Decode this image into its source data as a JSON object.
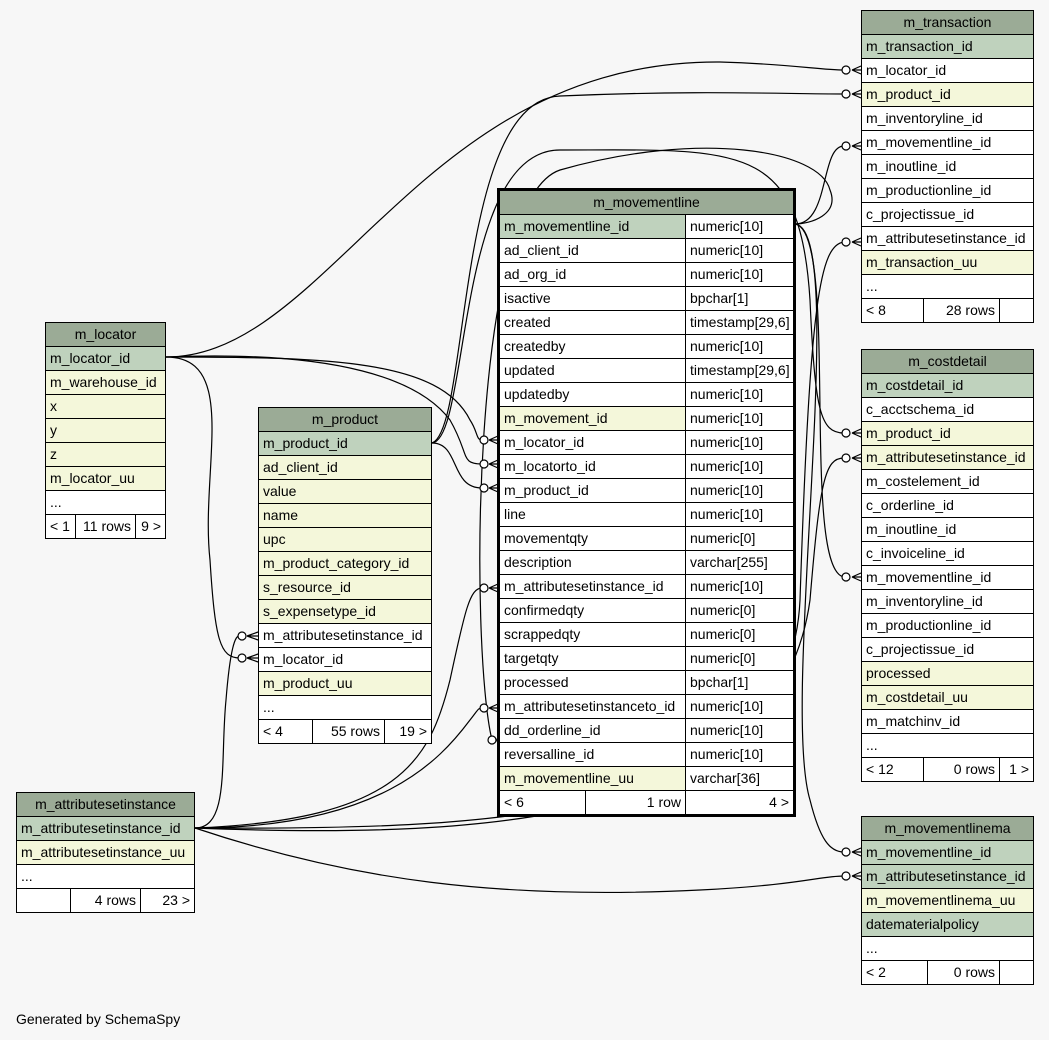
{
  "footer": {
    "generated_by": "Generated by SchemaSpy"
  },
  "tables": {
    "m_movementline": {
      "name": "m_movementline",
      "columns": [
        {
          "name": "m_movementline_id",
          "type": "numeric[10]",
          "kind": "pk"
        },
        {
          "name": "ad_client_id",
          "type": "numeric[10]",
          "kind": "plain"
        },
        {
          "name": "ad_org_id",
          "type": "numeric[10]",
          "kind": "plain"
        },
        {
          "name": "isactive",
          "type": "bpchar[1]",
          "kind": "plain"
        },
        {
          "name": "created",
          "type": "timestamp[29,6]",
          "kind": "plain"
        },
        {
          "name": "createdby",
          "type": "numeric[10]",
          "kind": "plain"
        },
        {
          "name": "updated",
          "type": "timestamp[29,6]",
          "kind": "plain"
        },
        {
          "name": "updatedby",
          "type": "numeric[10]",
          "kind": "plain"
        },
        {
          "name": "m_movement_id",
          "type": "numeric[10]",
          "kind": "fk"
        },
        {
          "name": "m_locator_id",
          "type": "numeric[10]",
          "kind": "plain"
        },
        {
          "name": "m_locatorto_id",
          "type": "numeric[10]",
          "kind": "plain"
        },
        {
          "name": "m_product_id",
          "type": "numeric[10]",
          "kind": "plain"
        },
        {
          "name": "line",
          "type": "numeric[10]",
          "kind": "plain"
        },
        {
          "name": "movementqty",
          "type": "numeric[0]",
          "kind": "plain"
        },
        {
          "name": "description",
          "type": "varchar[255]",
          "kind": "plain"
        },
        {
          "name": "m_attributesetinstance_id",
          "type": "numeric[10]",
          "kind": "plain"
        },
        {
          "name": "confirmedqty",
          "type": "numeric[0]",
          "kind": "plain"
        },
        {
          "name": "scrappedqty",
          "type": "numeric[0]",
          "kind": "plain"
        },
        {
          "name": "targetqty",
          "type": "numeric[0]",
          "kind": "plain"
        },
        {
          "name": "processed",
          "type": "bpchar[1]",
          "kind": "plain"
        },
        {
          "name": "m_attributesetinstanceto_id",
          "type": "numeric[10]",
          "kind": "plain"
        },
        {
          "name": "dd_orderline_id",
          "type": "numeric[10]",
          "kind": "plain"
        },
        {
          "name": "reversalline_id",
          "type": "numeric[10]",
          "kind": "plain"
        },
        {
          "name": "m_movementline_uu",
          "type": "varchar[36]",
          "kind": "fk"
        }
      ],
      "footer": [
        "< 6",
        "1 row",
        "4 >"
      ]
    },
    "m_transaction": {
      "name": "m_transaction",
      "columns": [
        {
          "name": "m_transaction_id",
          "kind": "pk"
        },
        {
          "name": "m_locator_id",
          "kind": "plain"
        },
        {
          "name": "m_product_id",
          "kind": "fk"
        },
        {
          "name": "m_inventoryline_id",
          "kind": "plain"
        },
        {
          "name": "m_movementline_id",
          "kind": "plain"
        },
        {
          "name": "m_inoutline_id",
          "kind": "plain"
        },
        {
          "name": "m_productionline_id",
          "kind": "plain"
        },
        {
          "name": "c_projectissue_id",
          "kind": "plain"
        },
        {
          "name": "m_attributesetinstance_id",
          "kind": "plain"
        },
        {
          "name": "m_transaction_uu",
          "kind": "fk"
        },
        {
          "name": "...",
          "kind": "plain"
        }
      ],
      "footer": [
        "< 8",
        "28 rows",
        ""
      ]
    },
    "m_costdetail": {
      "name": "m_costdetail",
      "columns": [
        {
          "name": "m_costdetail_id",
          "kind": "pk"
        },
        {
          "name": "c_acctschema_id",
          "kind": "plain"
        },
        {
          "name": "m_product_id",
          "kind": "fk"
        },
        {
          "name": "m_attributesetinstance_id",
          "kind": "fk"
        },
        {
          "name": "m_costelement_id",
          "kind": "plain"
        },
        {
          "name": "c_orderline_id",
          "kind": "plain"
        },
        {
          "name": "m_inoutline_id",
          "kind": "plain"
        },
        {
          "name": "c_invoiceline_id",
          "kind": "plain"
        },
        {
          "name": "m_movementline_id",
          "kind": "plain"
        },
        {
          "name": "m_inventoryline_id",
          "kind": "plain"
        },
        {
          "name": "m_productionline_id",
          "kind": "plain"
        },
        {
          "name": "c_projectissue_id",
          "kind": "plain"
        },
        {
          "name": "processed",
          "kind": "fk"
        },
        {
          "name": "m_costdetail_uu",
          "kind": "fk"
        },
        {
          "name": "m_matchinv_id",
          "kind": "plain"
        },
        {
          "name": "...",
          "kind": "plain"
        }
      ],
      "footer": [
        "< 12",
        "0 rows",
        "1 >"
      ]
    },
    "m_movementlinema": {
      "name": "m_movementlinema",
      "columns": [
        {
          "name": "m_movementline_id",
          "kind": "pk"
        },
        {
          "name": "m_attributesetinstance_id",
          "kind": "pk"
        },
        {
          "name": "m_movementlinema_uu",
          "kind": "fk"
        },
        {
          "name": "datematerialpolicy",
          "kind": "pk"
        },
        {
          "name": "...",
          "kind": "plain"
        }
      ],
      "footer": [
        "< 2",
        "0 rows",
        ""
      ]
    },
    "m_locator": {
      "name": "m_locator",
      "columns": [
        {
          "name": "m_locator_id",
          "kind": "pk"
        },
        {
          "name": "m_warehouse_id",
          "kind": "fk"
        },
        {
          "name": "x",
          "kind": "fk"
        },
        {
          "name": "y",
          "kind": "fk"
        },
        {
          "name": "z",
          "kind": "fk"
        },
        {
          "name": "m_locator_uu",
          "kind": "fk"
        },
        {
          "name": "...",
          "kind": "plain"
        }
      ],
      "footer": [
        "< 1",
        "11 rows",
        "9 >"
      ]
    },
    "m_product": {
      "name": "m_product",
      "columns": [
        {
          "name": "m_product_id",
          "kind": "pk"
        },
        {
          "name": "ad_client_id",
          "kind": "fk"
        },
        {
          "name": "value",
          "kind": "fk"
        },
        {
          "name": "name",
          "kind": "fk"
        },
        {
          "name": "upc",
          "kind": "fk"
        },
        {
          "name": "m_product_category_id",
          "kind": "fk"
        },
        {
          "name": "s_resource_id",
          "kind": "fk"
        },
        {
          "name": "s_expensetype_id",
          "kind": "fk"
        },
        {
          "name": "m_attributesetinstance_id",
          "kind": "plain"
        },
        {
          "name": "m_locator_id",
          "kind": "plain"
        },
        {
          "name": "m_product_uu",
          "kind": "fk"
        },
        {
          "name": "...",
          "kind": "plain"
        }
      ],
      "footer": [
        "< 4",
        "55 rows",
        "19 >"
      ]
    },
    "m_attributesetinstance": {
      "name": "m_attributesetinstance",
      "columns": [
        {
          "name": "m_attributesetinstance_id",
          "kind": "pk"
        },
        {
          "name": "m_attributesetinstance_uu",
          "kind": "fk"
        },
        {
          "name": "...",
          "kind": "plain"
        }
      ],
      "footer": [
        "",
        "4 rows",
        "23 >"
      ]
    }
  }
}
